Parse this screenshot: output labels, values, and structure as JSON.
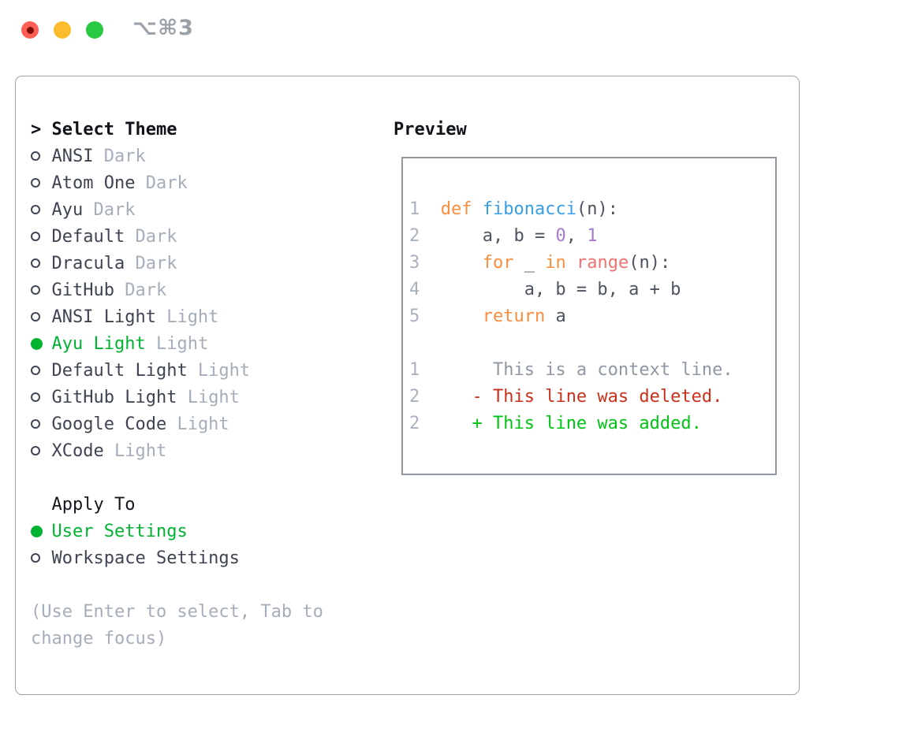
{
  "titlebar": {
    "shortcut": "⌥⌘3"
  },
  "theme_picker": {
    "prompt": ">",
    "title": "Select Theme",
    "themes": [
      {
        "name": "ANSI",
        "variant": "Dark",
        "selected": false
      },
      {
        "name": "Atom One",
        "variant": "Dark",
        "selected": false
      },
      {
        "name": "Ayu",
        "variant": "Dark",
        "selected": false
      },
      {
        "name": "Default",
        "variant": "Dark",
        "selected": false
      },
      {
        "name": "Dracula",
        "variant": "Dark",
        "selected": false
      },
      {
        "name": "GitHub",
        "variant": "Dark",
        "selected": false
      },
      {
        "name": "ANSI Light",
        "variant": "Light",
        "selected": false
      },
      {
        "name": "Ayu Light",
        "variant": "Light",
        "selected": true
      },
      {
        "name": "Default Light",
        "variant": "Light",
        "selected": false
      },
      {
        "name": "GitHub Light",
        "variant": "Light",
        "selected": false
      },
      {
        "name": "Google Code",
        "variant": "Light",
        "selected": false
      },
      {
        "name": "XCode",
        "variant": "Light",
        "selected": false
      }
    ],
    "apply_to": {
      "title": "Apply To",
      "options": [
        {
          "name": "User Settings",
          "selected": true
        },
        {
          "name": "Workspace Settings",
          "selected": false
        }
      ]
    },
    "hint_lines": [
      "(Use Enter to select, Tab to",
      "change focus)"
    ]
  },
  "preview": {
    "title": "Preview",
    "lines": [
      [
        {
          "t": "1",
          "c": "g"
        },
        {
          "t": "  ",
          "c": "p"
        },
        {
          "t": "def",
          "c": "k"
        },
        {
          "t": " ",
          "c": "p"
        },
        {
          "t": "fibonacci",
          "c": "f"
        },
        {
          "t": "(n):",
          "c": "p"
        }
      ],
      [
        {
          "t": "2",
          "c": "g"
        },
        {
          "t": "      a, b = ",
          "c": "p"
        },
        {
          "t": "0",
          "c": "n"
        },
        {
          "t": ", ",
          "c": "p"
        },
        {
          "t": "1",
          "c": "n"
        }
      ],
      [
        {
          "t": "3",
          "c": "g"
        },
        {
          "t": "      ",
          "c": "p"
        },
        {
          "t": "for",
          "c": "k"
        },
        {
          "t": " _ ",
          "c": "p"
        },
        {
          "t": "in",
          "c": "k"
        },
        {
          "t": " ",
          "c": "p"
        },
        {
          "t": "range",
          "c": "b"
        },
        {
          "t": "(n):",
          "c": "p"
        }
      ],
      [
        {
          "t": "4",
          "c": "g"
        },
        {
          "t": "          a, b = b, a + b",
          "c": "p"
        }
      ],
      [
        {
          "t": "5",
          "c": "g"
        },
        {
          "t": "      ",
          "c": "p"
        },
        {
          "t": "return",
          "c": "k"
        },
        {
          "t": " a",
          "c": "p"
        }
      ],
      [],
      [
        {
          "t": "1",
          "c": "g"
        },
        {
          "t": "       This is a context line.",
          "c": "c"
        }
      ],
      [
        {
          "t": "2",
          "c": "g"
        },
        {
          "t": "     ",
          "c": "p"
        },
        {
          "t": "- This line was deleted.",
          "c": "d"
        }
      ],
      [
        {
          "t": "2",
          "c": "g"
        },
        {
          "t": "     ",
          "c": "p"
        },
        {
          "t": "+ This line was added.",
          "c": "a"
        }
      ]
    ]
  },
  "colors": {
    "accent_green": "#00b432",
    "added_green": "#00c414",
    "deleted_red": "#c9311b",
    "keyword_orange": "#fa8d3e",
    "function_blue": "#399ee6",
    "number_purple": "#a37acc",
    "builtin_coral": "#f07171",
    "gutter_gray": "#a9b1bd",
    "context_gray": "#8f98a3",
    "muted_gray": "#a6aeb9",
    "text_dark": "#3e4450",
    "code_plain": "#4d545e",
    "border_gray": "#9aa2ad"
  }
}
